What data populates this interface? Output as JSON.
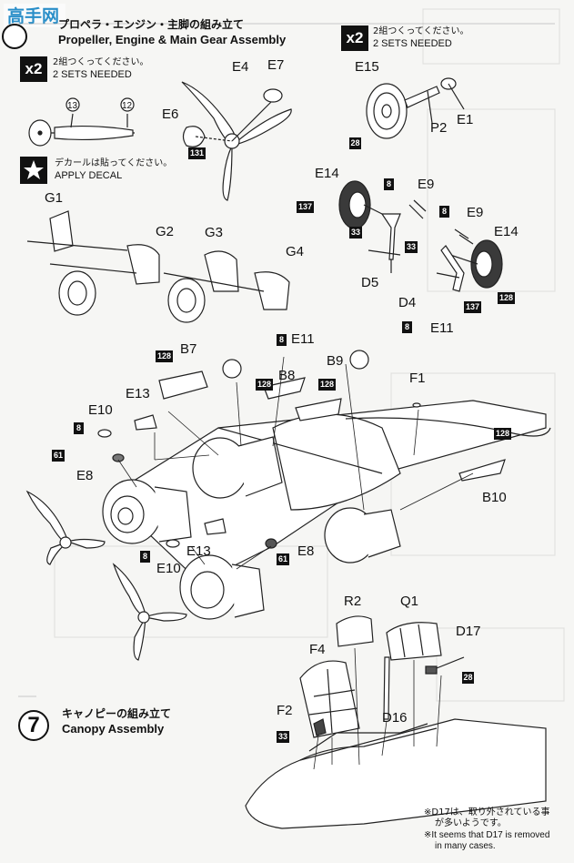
{
  "watermark": {
    "text": "高手网"
  },
  "step6": {
    "title_jp": "プロペラ・エンジン・主脚の組み立て",
    "title_en": "Propeller, Engine & Main Gear Assembly"
  },
  "sets_left": {
    "mult": "x2",
    "jp": "2組つくってください。",
    "en": "2 SETS NEEDED"
  },
  "sets_right": {
    "mult": "x2",
    "jp": "2組つくってください。",
    "en": "2 SETS NEEDED"
  },
  "decal": {
    "jp": "デカールは貼ってください。",
    "en": "APPLY DECAL"
  },
  "step7": {
    "number": "7",
    "title_jp": "キャノピーの組み立て",
    "title_en": "Canopy Assembly"
  },
  "note": {
    "jp1": "※D17は、取り外されている事",
    "jp2": "が多いようです。",
    "en1": "※It seems that D17 is removed",
    "en2": "in many cases."
  },
  "circles": {
    "c13": "13",
    "c12": "12"
  },
  "parts": {
    "E4": "E4",
    "E7": "E7",
    "E6": "E6",
    "E15": "E15",
    "E1": "E1",
    "P2": "P2",
    "E14a": "E14",
    "E9a": "E9",
    "D5": "D5",
    "E9b": "E9",
    "E14b": "E14",
    "D4": "D4",
    "G1": "G1",
    "G2": "G2",
    "G3": "G3",
    "G4": "G4",
    "B7": "B7",
    "E11a": "E11",
    "B8": "B8",
    "B9": "B9",
    "E11b": "E11",
    "F1": "F1",
    "E10a": "E10",
    "E13a": "E13",
    "E8a": "E8",
    "B10": "B10",
    "E10b": "E10",
    "E13b": "E13",
    "E8b": "E8",
    "R2": "R2",
    "Q1": "Q1",
    "D17": "D17",
    "F4": "F4",
    "F2": "F2",
    "D16": "D16"
  },
  "decal_boxes": {
    "d131": "131",
    "d28a": "28",
    "d8a": "8",
    "d137a": "137",
    "d33a": "33",
    "d8b": "8",
    "d33b": "33",
    "d137b": "137",
    "d128a": "128",
    "d128b": "128",
    "d8c": "8",
    "d128c": "128",
    "d128d": "128",
    "d8d": "8",
    "d8e": "8",
    "d61a": "61",
    "d128e": "128",
    "d8f": "8",
    "d61b": "61",
    "d28b": "28",
    "d33c": "33"
  }
}
